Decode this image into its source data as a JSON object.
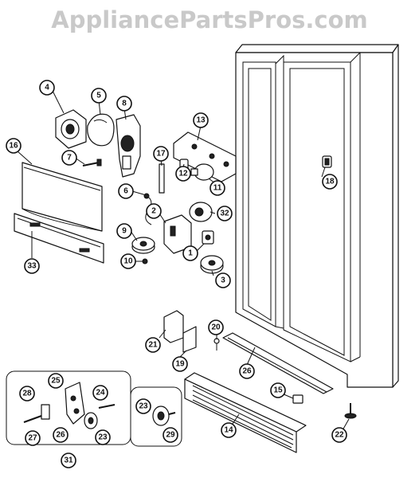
{
  "watermark": "AppliancePartsPros.com",
  "callouts": [
    "4",
    "5",
    "8",
    "16",
    "7",
    "13",
    "17",
    "12",
    "11",
    "18",
    "6",
    "2",
    "32",
    "9",
    "1",
    "10",
    "3",
    "33",
    "20",
    "21",
    "26",
    "19",
    "15",
    "14",
    "22",
    "25",
    "28",
    "24",
    "23",
    "27",
    "26",
    "23",
    "29",
    "31"
  ]
}
